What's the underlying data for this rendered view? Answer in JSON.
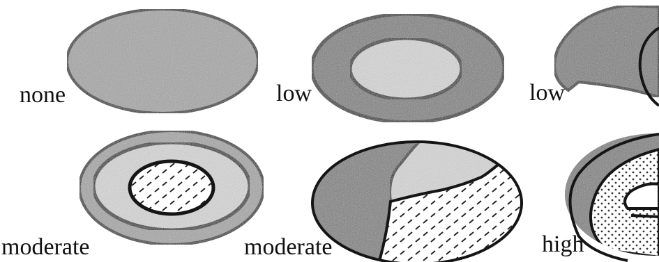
{
  "labels": {
    "row1_left": "none",
    "row1_mid": "low",
    "row1_right": "low",
    "row2_left": "moderate",
    "row2_mid": "moderate",
    "row2_right": "high"
  },
  "colors": {
    "outline": "#151515",
    "dark_fill": "#7d7d7d",
    "mid_fill": "#a6a6a6",
    "light_fill": "#d9d9d9",
    "background": "#ffffff"
  }
}
